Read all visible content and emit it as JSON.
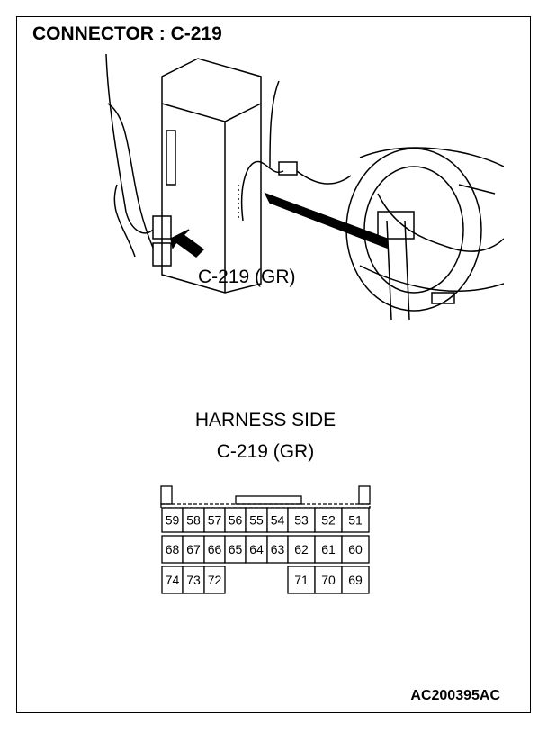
{
  "title": "CONNECTOR : C-219",
  "callout": "C-219 (GR)",
  "harness_side": {
    "label": "HARNESS SIDE",
    "connector": "C-219 (GR)"
  },
  "figure_code": "AC200395AC",
  "pins": {
    "row1": [
      "59",
      "58",
      "57",
      "56",
      "55",
      "54",
      "53",
      "52",
      "51"
    ],
    "row2": [
      "68",
      "67",
      "66",
      "65",
      "64",
      "63",
      "62",
      "61",
      "60"
    ],
    "row3": [
      "74",
      "73",
      "72",
      "",
      "",
      "",
      "71",
      "70",
      "69"
    ]
  }
}
